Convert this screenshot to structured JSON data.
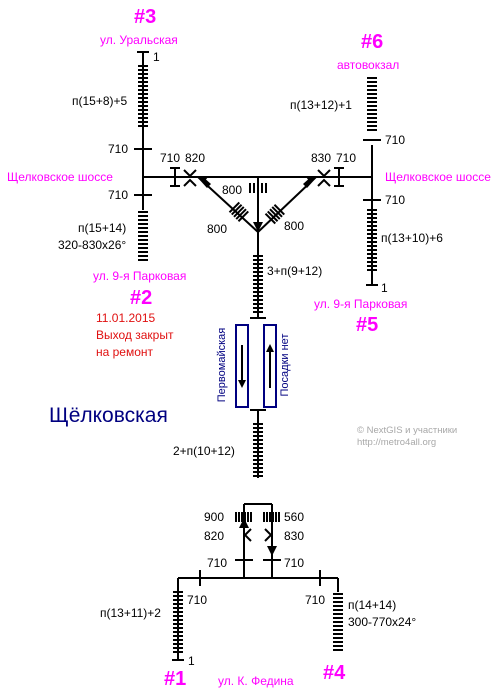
{
  "station": "Щёлковская",
  "credits": [
    "© NextGIS и участники",
    "http://metro4all.org"
  ],
  "platform": {
    "left_label": "Первомайская",
    "right_label": "Посадки нет"
  },
  "exits": [
    {
      "number": "#1",
      "street": "ул. К. Федина"
    },
    {
      "number": "#2",
      "street": "ул. 9-я Парковая",
      "notice": [
        "11.01.2015",
        "Выход закрыт",
        "на ремонт"
      ]
    },
    {
      "number": "#3",
      "street": "ул. Уральская"
    },
    {
      "number": "#4",
      "street": "ул. К. Федина"
    },
    {
      "number": "#5",
      "street": "ул. 9-я Парковая"
    },
    {
      "number": "#6",
      "street": "автовокзал"
    }
  ],
  "roads": {
    "left": "Щелковское шоссе",
    "right": "Щелковское шоссе"
  },
  "labels": {
    "n3_stairs": "п(15+8)+5",
    "n3_end": "1",
    "n2_stairs": "п(15+14)",
    "n2_ramp": "320-830x26°",
    "n6_stairs": "п(13+12)+1",
    "n5_stairs": "п(13+10)+6",
    "n5_end": "1",
    "center_stairs": "3+п(9+12)",
    "lower_stairs": "2+п(10+12)",
    "n1_stairs": "п(13+11)+2",
    "n1_end": "1",
    "n4_stairs": "п(14+14)",
    "n4_ramp": "300-770x24°",
    "w710": "710",
    "w820": "820",
    "w830": "830",
    "w800": "800",
    "w900": "900",
    "w560": "560"
  }
}
